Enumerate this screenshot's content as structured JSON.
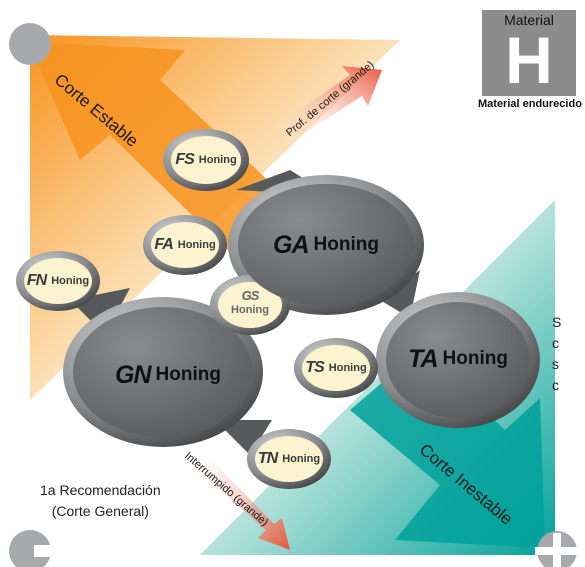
{
  "material": {
    "title": "Material",
    "letter": "H",
    "description": "Material endurecido"
  },
  "zones": {
    "stable": "Corte Estable",
    "unstable": "Corte Inestable"
  },
  "arrows": {
    "depth": "Prof. de corte (grande)",
    "interrupted": "Interrumpido (grande)"
  },
  "hones": {
    "fs": {
      "code": "FS",
      "label": "Honing"
    },
    "fa": {
      "code": "FA",
      "label": "Honing"
    },
    "ga": {
      "code": "GA",
      "label": "Honing"
    },
    "fn": {
      "code": "FN",
      "label": "Honing"
    },
    "gs": {
      "code": "GS",
      "label": "Honing"
    },
    "gn": {
      "code": "GN",
      "label": "Honing"
    },
    "ts": {
      "code": "TS",
      "label": "Honing"
    },
    "ta": {
      "code": "TA",
      "label": "Honing"
    },
    "tn": {
      "code": "TN",
      "label": "Honing"
    }
  },
  "side_text": [
    "S",
    "c",
    "s",
    "c"
  ],
  "recommendation": {
    "line1": "1a Recomendación",
    "line2": "(Corte General)"
  },
  "colors": {
    "stable_zone": "#f7931e",
    "unstable_zone": "#00a19a",
    "arrow": "#e8553a",
    "hone_dark": "#6d6e70",
    "hone_light": "#fbf3cf",
    "material_box": "#8c8c8c",
    "corner_circle": "#a7a9ac"
  }
}
